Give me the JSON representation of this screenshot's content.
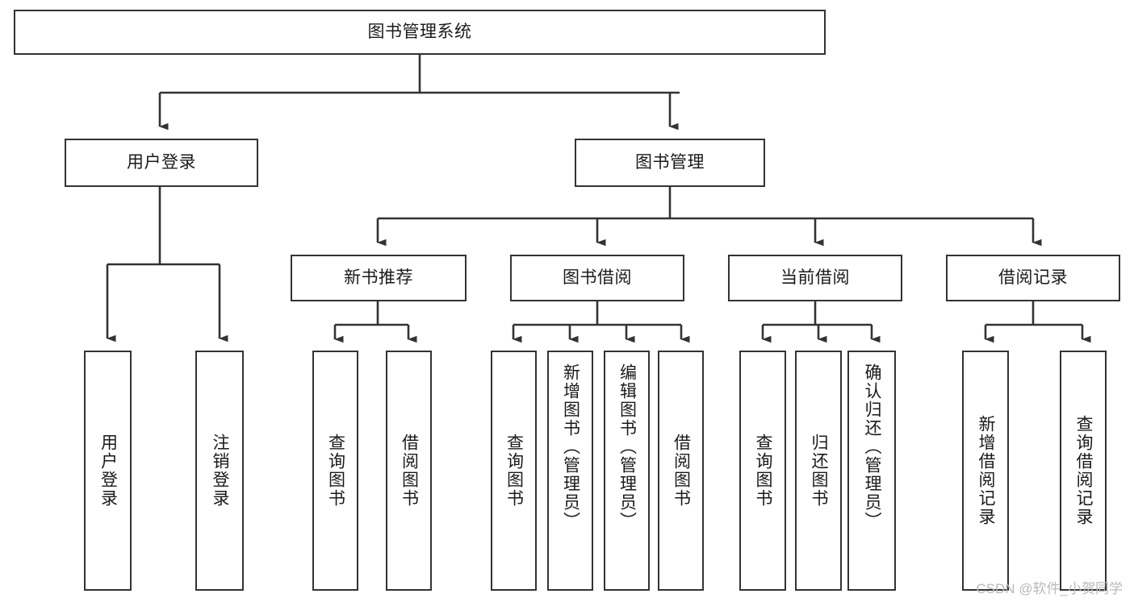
{
  "diagram": {
    "title": "图书管理系统",
    "type": "hierarchy-tree",
    "watermark": "CSDN @软件_小贺同学",
    "root": {
      "id": "root",
      "label": "图书管理系统"
    },
    "level2": [
      {
        "id": "user-login",
        "label": "用户登录"
      },
      {
        "id": "book-management",
        "label": "图书管理"
      }
    ],
    "level3": [
      {
        "id": "new-book-recommend",
        "label": "新书推荐"
      },
      {
        "id": "book-borrow",
        "label": "图书借阅"
      },
      {
        "id": "current-borrow",
        "label": "当前借阅"
      },
      {
        "id": "borrow-record",
        "label": "借阅记录"
      }
    ],
    "leaves": {
      "user_login": [
        {
          "id": "leaf-user-login",
          "label": "用户登录"
        },
        {
          "id": "leaf-logout-login",
          "label": "注销登录"
        }
      ],
      "new_book_recommend": [
        {
          "id": "leaf-query-book-1",
          "label": "查询图书"
        },
        {
          "id": "leaf-borrow-book-1",
          "label": "借阅图书"
        }
      ],
      "book_borrow": [
        {
          "id": "leaf-query-book-2",
          "label": "查询图书"
        },
        {
          "id": "leaf-add-book",
          "label": "新增图书（管理员）"
        },
        {
          "id": "leaf-edit-book",
          "label": "编辑图书（管理员）"
        },
        {
          "id": "leaf-borrow-book-2",
          "label": "借阅图书"
        }
      ],
      "current_borrow": [
        {
          "id": "leaf-query-book-3",
          "label": "查询图书"
        },
        {
          "id": "leaf-return-book",
          "label": "归还图书"
        },
        {
          "id": "leaf-confirm-return",
          "label": "确认归还（管理员）"
        }
      ],
      "borrow_record": [
        {
          "id": "leaf-add-record",
          "label": "新增借阅记录"
        },
        {
          "id": "leaf-query-record",
          "label": "查询借阅记录"
        }
      ]
    },
    "colors": {
      "stroke": "#333333",
      "fill": "#ffffff",
      "text": "#1a1a1a",
      "watermark": "#b9b9b9"
    }
  }
}
